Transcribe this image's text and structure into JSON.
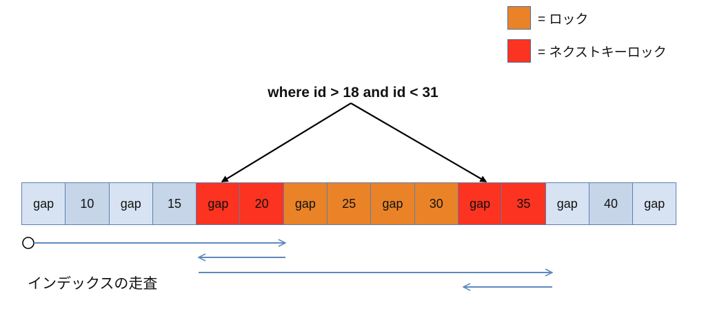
{
  "legend": [
    {
      "label": "= ロック",
      "color": "#ea8328"
    },
    {
      "label": "= ネクストキーロック",
      "color": "#fb3320"
    }
  ],
  "query": "where id > 18 and id < 31",
  "index": [
    {
      "label": "gap",
      "state": "none"
    },
    {
      "label": "10",
      "state": "none"
    },
    {
      "label": "gap",
      "state": "none"
    },
    {
      "label": "15",
      "state": "none"
    },
    {
      "label": "gap",
      "state": "next-key-lock"
    },
    {
      "label": "20",
      "state": "next-key-lock"
    },
    {
      "label": "gap",
      "state": "lock"
    },
    {
      "label": "25",
      "state": "lock"
    },
    {
      "label": "gap",
      "state": "lock"
    },
    {
      "label": "30",
      "state": "lock"
    },
    {
      "label": "gap",
      "state": "next-key-lock"
    },
    {
      "label": "35",
      "state": "next-key-lock"
    },
    {
      "label": "gap",
      "state": "none"
    },
    {
      "label": "40",
      "state": "none"
    },
    {
      "label": "gap",
      "state": "none"
    }
  ],
  "colors": {
    "lock": "#ea8328",
    "next_key_lock": "#fb3320",
    "gap_cell": "#d7e3f2",
    "record_cell": "#c6d5e8",
    "scan_arrow": "#5e88bd"
  },
  "caption": "インデックスの走査"
}
